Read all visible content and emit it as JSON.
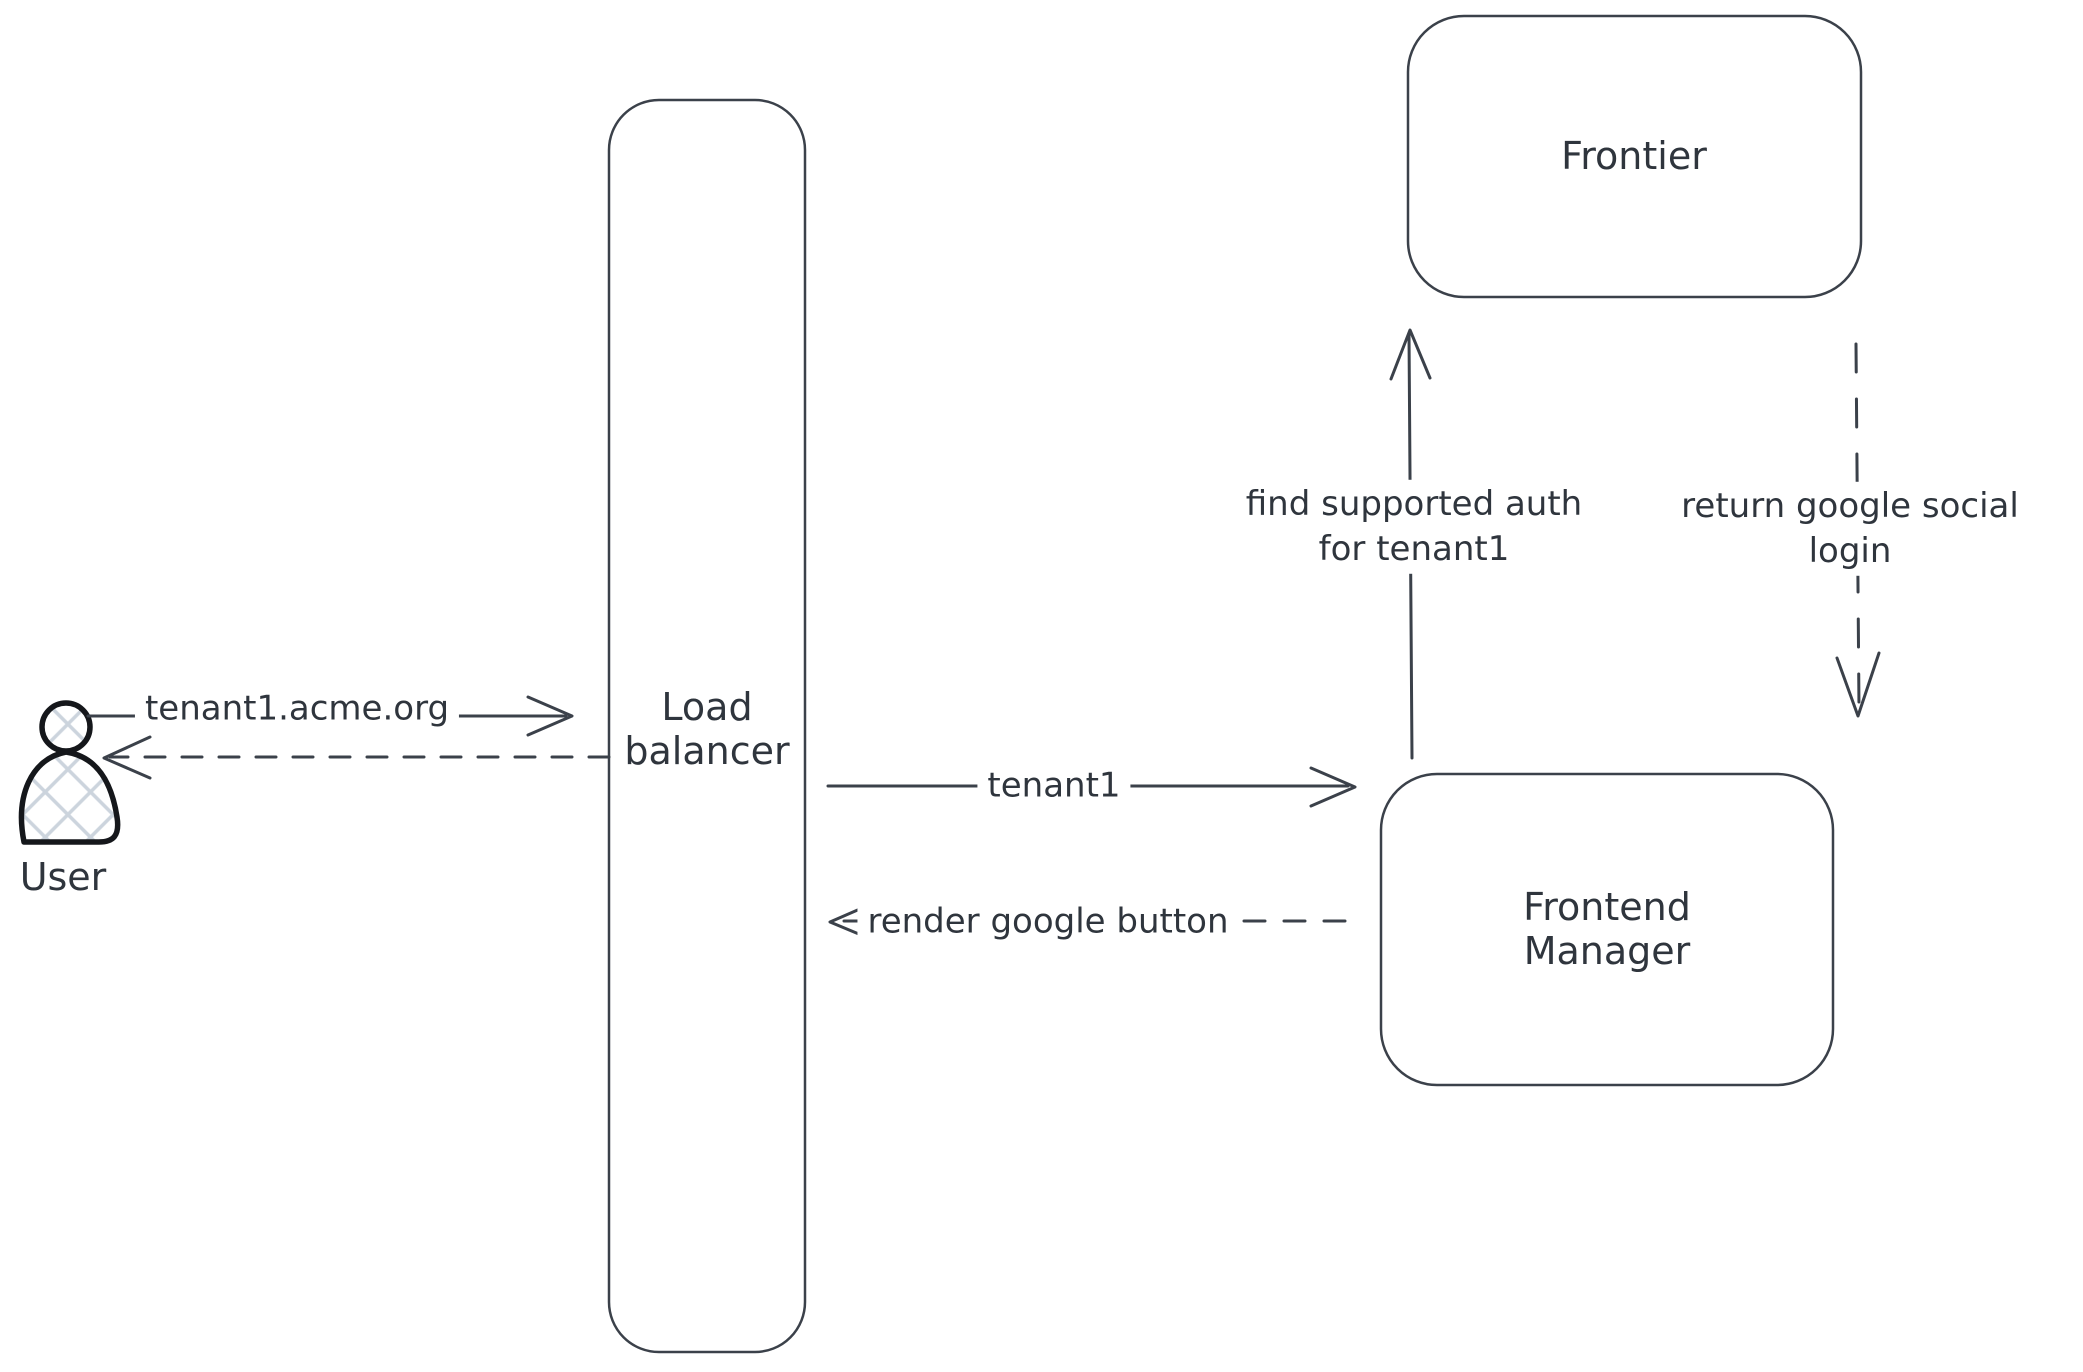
{
  "diagram": {
    "colors": {
      "stroke": "#3b414a",
      "text": "#2f353d",
      "actor_stroke": "#15171b",
      "hatch": "#ccd4dd",
      "label_bg": "#ffffff",
      "background": "#ffffff"
    },
    "actor": {
      "label": "User",
      "icon": "person-icon"
    },
    "nodes": {
      "load_balancer": {
        "label_lines": [
          "Load",
          "balancer"
        ]
      },
      "frontier": {
        "label": "Frontier"
      },
      "frontend_manager": {
        "label_lines": [
          "Frontend",
          "Manager"
        ]
      }
    },
    "edges": {
      "user_to_load_balancer": {
        "label": "tenant1.acme.org",
        "line_style": "solid",
        "from": "User",
        "to": "Load balancer"
      },
      "load_balancer_to_user": {
        "label": "",
        "line_style": "dashed",
        "from": "Load balancer",
        "to": "User"
      },
      "load_balancer_to_frontend_manager": {
        "label": "tenant1",
        "line_style": "solid",
        "from": "Load balancer",
        "to": "Frontend Manager"
      },
      "frontend_manager_to_load_balancer": {
        "label": "render google button",
        "line_style": "dashed",
        "from": "Frontend Manager",
        "to": "Load balancer"
      },
      "frontend_manager_to_frontier": {
        "label_lines": [
          "find supported auth",
          "for tenant1"
        ],
        "line_style": "solid",
        "from": "Frontend Manager",
        "to": "Frontier"
      },
      "frontier_to_frontend_manager": {
        "label_lines": [
          "return google social",
          "login"
        ],
        "line_style": "dashed",
        "from": "Frontier",
        "to": "Frontend Manager"
      }
    }
  }
}
